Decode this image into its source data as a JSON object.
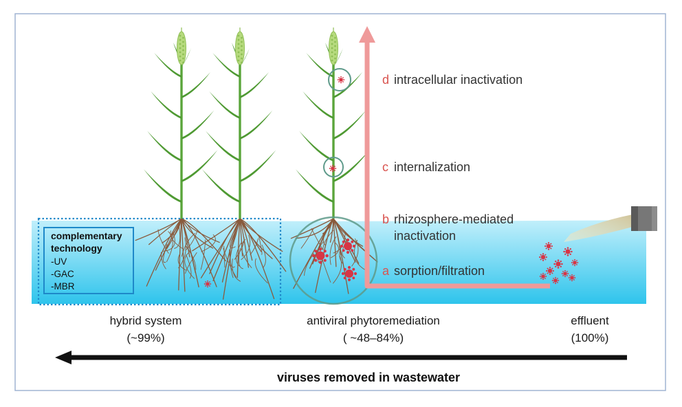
{
  "colors": {
    "frame": "#9fb4d2",
    "water_top": "#c2effb",
    "water_bottom": "#2ec4ec",
    "dotted_box": "#1e88c9",
    "pathway_arrow": "#ef9a9a",
    "step_letter": "#d9534f",
    "virus": "#d73545",
    "stem": "#5aa53b",
    "leaf": "#4f9a33",
    "spike": "#b6da7e",
    "root": "#8a5a3c",
    "pipe": "#6f6f6f",
    "discharge": "#d8d2aa",
    "bottom_arrow": "#111111"
  },
  "steps": [
    {
      "letter": "d",
      "text": "intracellular inactivation"
    },
    {
      "letter": "c",
      "text": "internalization"
    },
    {
      "letter": "b",
      "text": "rhizosphere-mediated",
      "line2": "inactivation"
    },
    {
      "letter": "a",
      "text": "sorption/filtration"
    }
  ],
  "box": {
    "title_line1": "complementary",
    "title_line2": "technology",
    "items": [
      "-UV",
      "-GAC",
      "-MBR"
    ]
  },
  "labels": {
    "hybrid": {
      "name": "hybrid system",
      "value": "(~99%)"
    },
    "antiviral": {
      "name": "antiviral phytoremediation",
      "value": "( ~48–84%)"
    },
    "effluent": {
      "name": "effluent",
      "value": "(100%)"
    }
  },
  "caption": "viruses removed in wastewater"
}
